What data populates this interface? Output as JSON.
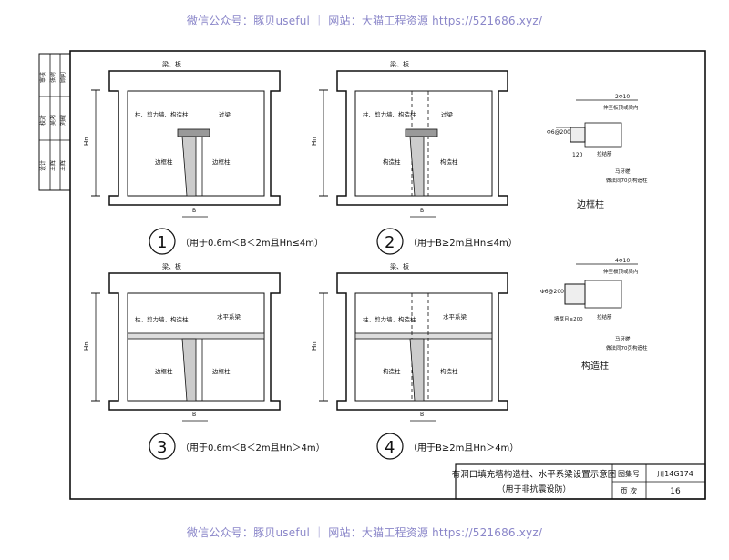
{
  "watermark": {
    "top": "微信公众号：豚贝useful ｜ 网站：大猫工程资源 https://521686.xyz/",
    "bottom": "微信公众号：豚贝useful ｜ 网站：大猫工程资源 https://521686.xyz/"
  },
  "side_strip": {
    "cells": [
      "审核",
      "张树",
      "顾问",
      "校对",
      "吴鸿",
      "刘耀",
      "设计",
      "王辉",
      "王辉"
    ]
  },
  "panels": [
    {
      "number": "①",
      "caption": "（用于0.6m＜B＜2m且Hn≤4m）",
      "beam_label": "梁、板",
      "col_label": "柱、剪力墙、构造柱",
      "lintel_label": "过梁",
      "left_label": "边框柱",
      "right_label": "边框柱",
      "dim_b": "B",
      "dim_h": "Hn"
    },
    {
      "number": "②",
      "caption": "（用于B≥2m且Hn≤4m）",
      "beam_label": "梁、板",
      "col_label": "柱、剪力墙、构造柱",
      "lintel_label": "过梁",
      "left_label": "构造柱",
      "right_label": "构造柱",
      "dim_b": "B",
      "dim_h": "Hn"
    },
    {
      "number": "③",
      "caption": "（用于0.6m＜B＜2m且Hn＞4m）",
      "beam_label": "梁、板",
      "col_label": "柱、剪力墙、构造柱",
      "lintel_label": "水平系梁",
      "left_label": "边框柱",
      "right_label": "边框柱",
      "dim_b": "B",
      "dim_h": "Hn"
    },
    {
      "number": "④",
      "caption": "（用于B≥2m且Hn＞4m）",
      "beam_label": "梁、板",
      "col_label": "柱、剪力墙、构造柱",
      "lintel_label": "水平系梁",
      "left_label": "构造柱",
      "right_label": "构造柱",
      "dim_b": "B",
      "dim_h": "Hn"
    }
  ],
  "details": [
    {
      "title": "边框柱",
      "rebar_top": "2Φ10",
      "stirrup": "Φ6@200",
      "note1": "伸至板顶或梁内",
      "note2": "拉结筋",
      "note3": "马牙槎",
      "note4": "做法同70页构造柱",
      "dim": "120"
    },
    {
      "title": "构造柱",
      "rebar_top": "4Φ10",
      "stirrup": "Φ6@200",
      "note1": "伸至板顶或梁内",
      "note2": "拉结筋",
      "note3": "马牙槎",
      "note4": "做法同70页构造柱",
      "dim": "墙厚且≥200"
    }
  ],
  "title_block": {
    "title": "有洞口填充墙构造柱、水平系梁设置示意图",
    "subtitle": "（用于非抗震设防）",
    "atlas_label": "图集号",
    "atlas_no": "川14G174",
    "page_label": "页  次",
    "page_no": "16"
  }
}
